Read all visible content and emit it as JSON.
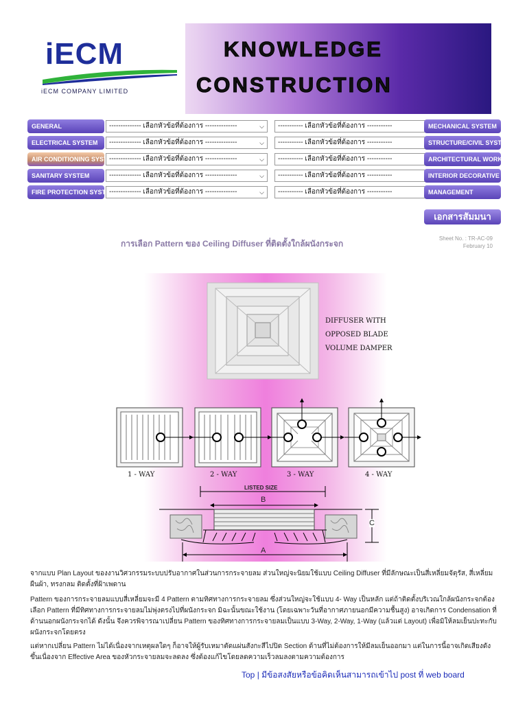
{
  "header": {
    "logo_text": "iECM",
    "company": "iECM  COMPANY LIMITED",
    "title_line1": "KNOWLEDGE",
    "title_line2": "CONSTRUCTION"
  },
  "nav": {
    "rows": [
      {
        "left": "GENERAL",
        "right": "MECHANICAL SYSTEM",
        "select1": "-------------- เลือกหัวข้อที่ต้องการ --------------",
        "select2": "----------- เลือกหัวข้อที่ต้องการ -----------"
      },
      {
        "left": "ELECTRICAL SYSTEM",
        "right": "STRUCTURE/CIVIL SYSTEM",
        "select1": "-------------- เลือกหัวข้อที่ต้องการ --------------",
        "select2": "----------- เลือกหัวข้อที่ต้องการ -----------"
      },
      {
        "left": "AIR CONDITIONING SYSTEM",
        "right": "ARCHITECTURAL WORKS",
        "select1": "-------------- เลือกหัวข้อที่ต้องการ --------------",
        "select2": "----------- เลือกหัวข้อที่ต้องการ -----------"
      },
      {
        "left": "SANITARY SYSTEM",
        "right": "INTERIOR DECORATIVE WORKS",
        "select1": "-------------- เลือกหัวข้อที่ต้องการ --------------",
        "select2": "----------- เลือกหัวข้อที่ต้องการ -----------"
      },
      {
        "left": "FIRE PROTECTION SYSTEM",
        "right": "MANAGEMENT",
        "select1": "-------------- เลือกหัวข้อที่ต้องการ --------------",
        "select2": "----------- เลือกหัวข้อที่ต้องการ -----------"
      }
    ],
    "doc_button": "เอกสารสัมมนา"
  },
  "page": {
    "title": "การเลือก Pattern ของ Ceiling Diffuser ที่ติดตั้งใกล้ผนังกระจก",
    "sheet_no": "Sheet No. : TR-AC-09",
    "sheet_date": "February 10"
  },
  "figure": {
    "caption1": "DIFFUSER WITH",
    "caption2": "OPPOSED BLADE",
    "caption3": "VOLUME DAMPER",
    "ways": [
      "1 - WAY",
      "2 - WAY",
      "3 - WAY",
      "4 - WAY"
    ],
    "listed_size": "LISTED SIZE",
    "dim_b": "B",
    "dim_a": "A",
    "dim_c": "C"
  },
  "body": {
    "p1": "จากแบบ Plan Layout ของงานวิศวกรรมระบบปรับอากาศในส่วนการกระจายลม ส่วนใหญ่จะนิยมใช้แบบ Ceiling Diffuser ที่มีลักษณะเป็นสี่เหลี่ยมจัตุรัส, สี่เหลี่ยมผืนผ้า, ทรงกลม ติดตั้งที่ฝ้าเพดาน",
    "p2": "Pattern ของการกระจายลมแบบสี่เหลี่ยมจะมี 4 Pattern ตามทิศทางการกระจายลม ซึ่งส่วนใหญ่จะใช้แบบ 4- Way เป็นหลัก แต่ถ้าติดตั้งบริเวณใกล้ผนังกระจกต้องเลือก Pattern ที่มีทิศทางการกระจายลมไม่พุ่งตรงไปที่ผนังกระจก มิฉะนั้นขณะใช้งาน (โดยเฉพาะวันที่อากาศภายนอกมีความชื้นสูง) อาจเกิดการ Condensation ที่ด้านนอกผนังกระจกได้ ดังนั้น จึงควรพิจารณาเปลี่ยน Pattern ของทิศทางการกระจายลมเป็นแบบ 3-Way, 2-Way, 1-Way (แล้วแต่ Layout) เพื่อมิให้ลมเย็นปะทะกับผนังกระจกโดยตรง",
    "p3": "แต่หากเปลี่ยน Pattern ไม่ได้เนื่องจากเหตุผลใดๆ ก็อาจให้ผู้รับเหมาตัดแผ่นสังกะสีไปปิด Section ด้านที่ไม่ต้องการให้มีลมเย็นออกมา แต่ในการนี้อาจเกิดเสียงดังขึ้นเนื่องจาก Effective Area ของหัวกระจายลมจะลดลง ซึ่งต้องแก้ไขโดยลดความเร็วลมลงตามความต้องการ"
  },
  "footer": {
    "top_link": "Top",
    "separator": "|",
    "board_link": "มีข้อสงสัยหรือข้อคิดเห็นสามารถเข้าไป post ที่ web board"
  },
  "colors": {
    "nav_pill": "#5a44b8",
    "link": "#1b2bb8",
    "banner_dark": "#2a1880",
    "pink": "#ef7fdd"
  }
}
